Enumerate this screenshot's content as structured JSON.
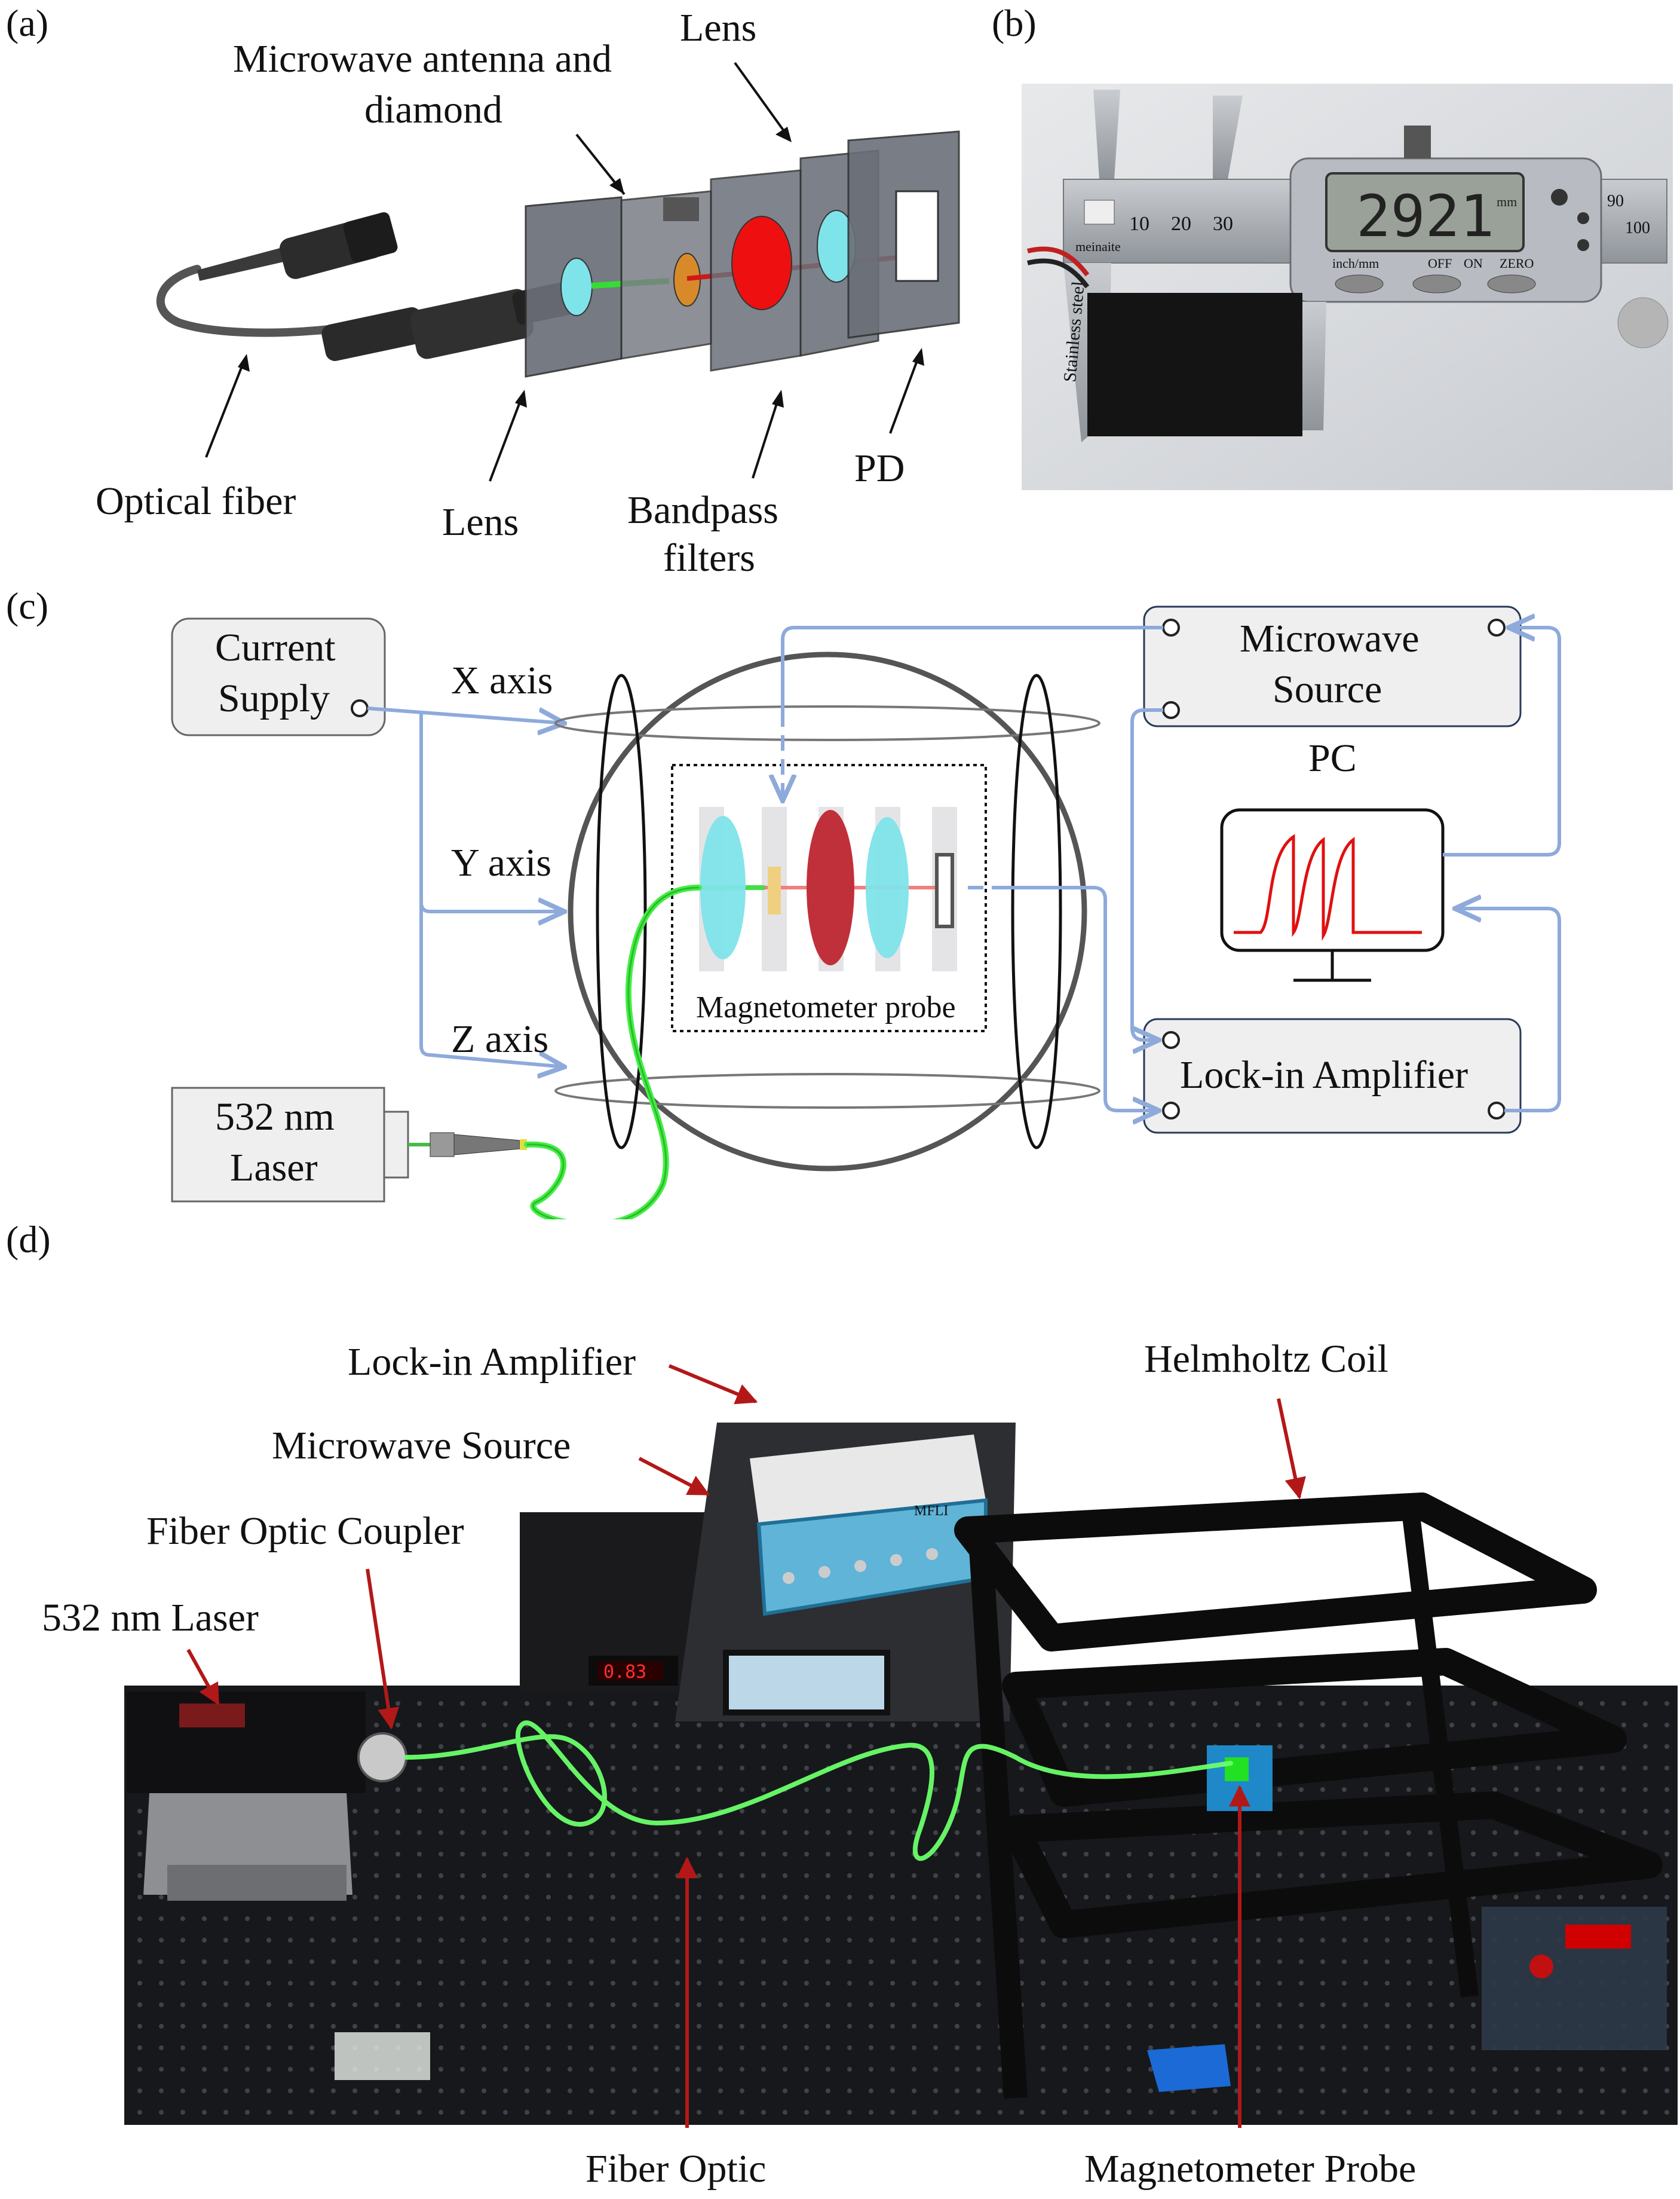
{
  "panel_a": {
    "tag": "(a)",
    "label_mw_line1": "Microwave antenna and",
    "label_mw_line2": "diamond",
    "label_lens_top": "Lens",
    "label_fiber": "Optical fiber",
    "label_lens_bottom": "Lens",
    "label_bp_line1": "Bandpass",
    "label_bp_line2": "filters",
    "label_pd": "PD"
  },
  "panel_b": {
    "tag": "(b)",
    "caliper_reading": "2921",
    "caliper_unit": "mm",
    "brand": "meinaite",
    "scale_ticks": [
      "10",
      "20",
      "30"
    ],
    "end_ticks": [
      "90",
      "100"
    ],
    "display_units": "inch/mm",
    "btn_off": "OFF",
    "btn_on": "ON",
    "btn_zero": "ZERO",
    "steel_text": "Stainless steel"
  },
  "panel_c": {
    "tag": "(c)",
    "current_supply_line1": "Current",
    "current_supply_line2": "Supply",
    "x_axis": "X axis",
    "y_axis": "Y axis",
    "z_axis": "Z axis",
    "laser_line1": "532 nm",
    "laser_line2": "Laser",
    "probe_label": "Magnetometer probe",
    "mw_line1": "Microwave",
    "mw_line2": "Source",
    "pc_label": "PC",
    "lockin_label": "Lock-in Amplifier",
    "colors": {
      "link": "#8eaadb",
      "fiber": "#22dd22",
      "filter": "#c0303a",
      "lens": "#7fe3ea",
      "pc_signal": "#e01010"
    }
  },
  "panel_d": {
    "tag": "(d)",
    "label_lockin": "Lock-in Amplifier",
    "label_mw": "Microwave Source",
    "label_coupler": "Fiber Optic Coupler",
    "label_laser": "532 nm Laser",
    "label_helmholtz": "Helmholtz Coil",
    "label_fiber": "Fiber Optic",
    "label_probe": "Magnetometer Probe",
    "device_display": "0.83",
    "lockin_brand": "MFLI",
    "arrow_color": "#b31818"
  }
}
